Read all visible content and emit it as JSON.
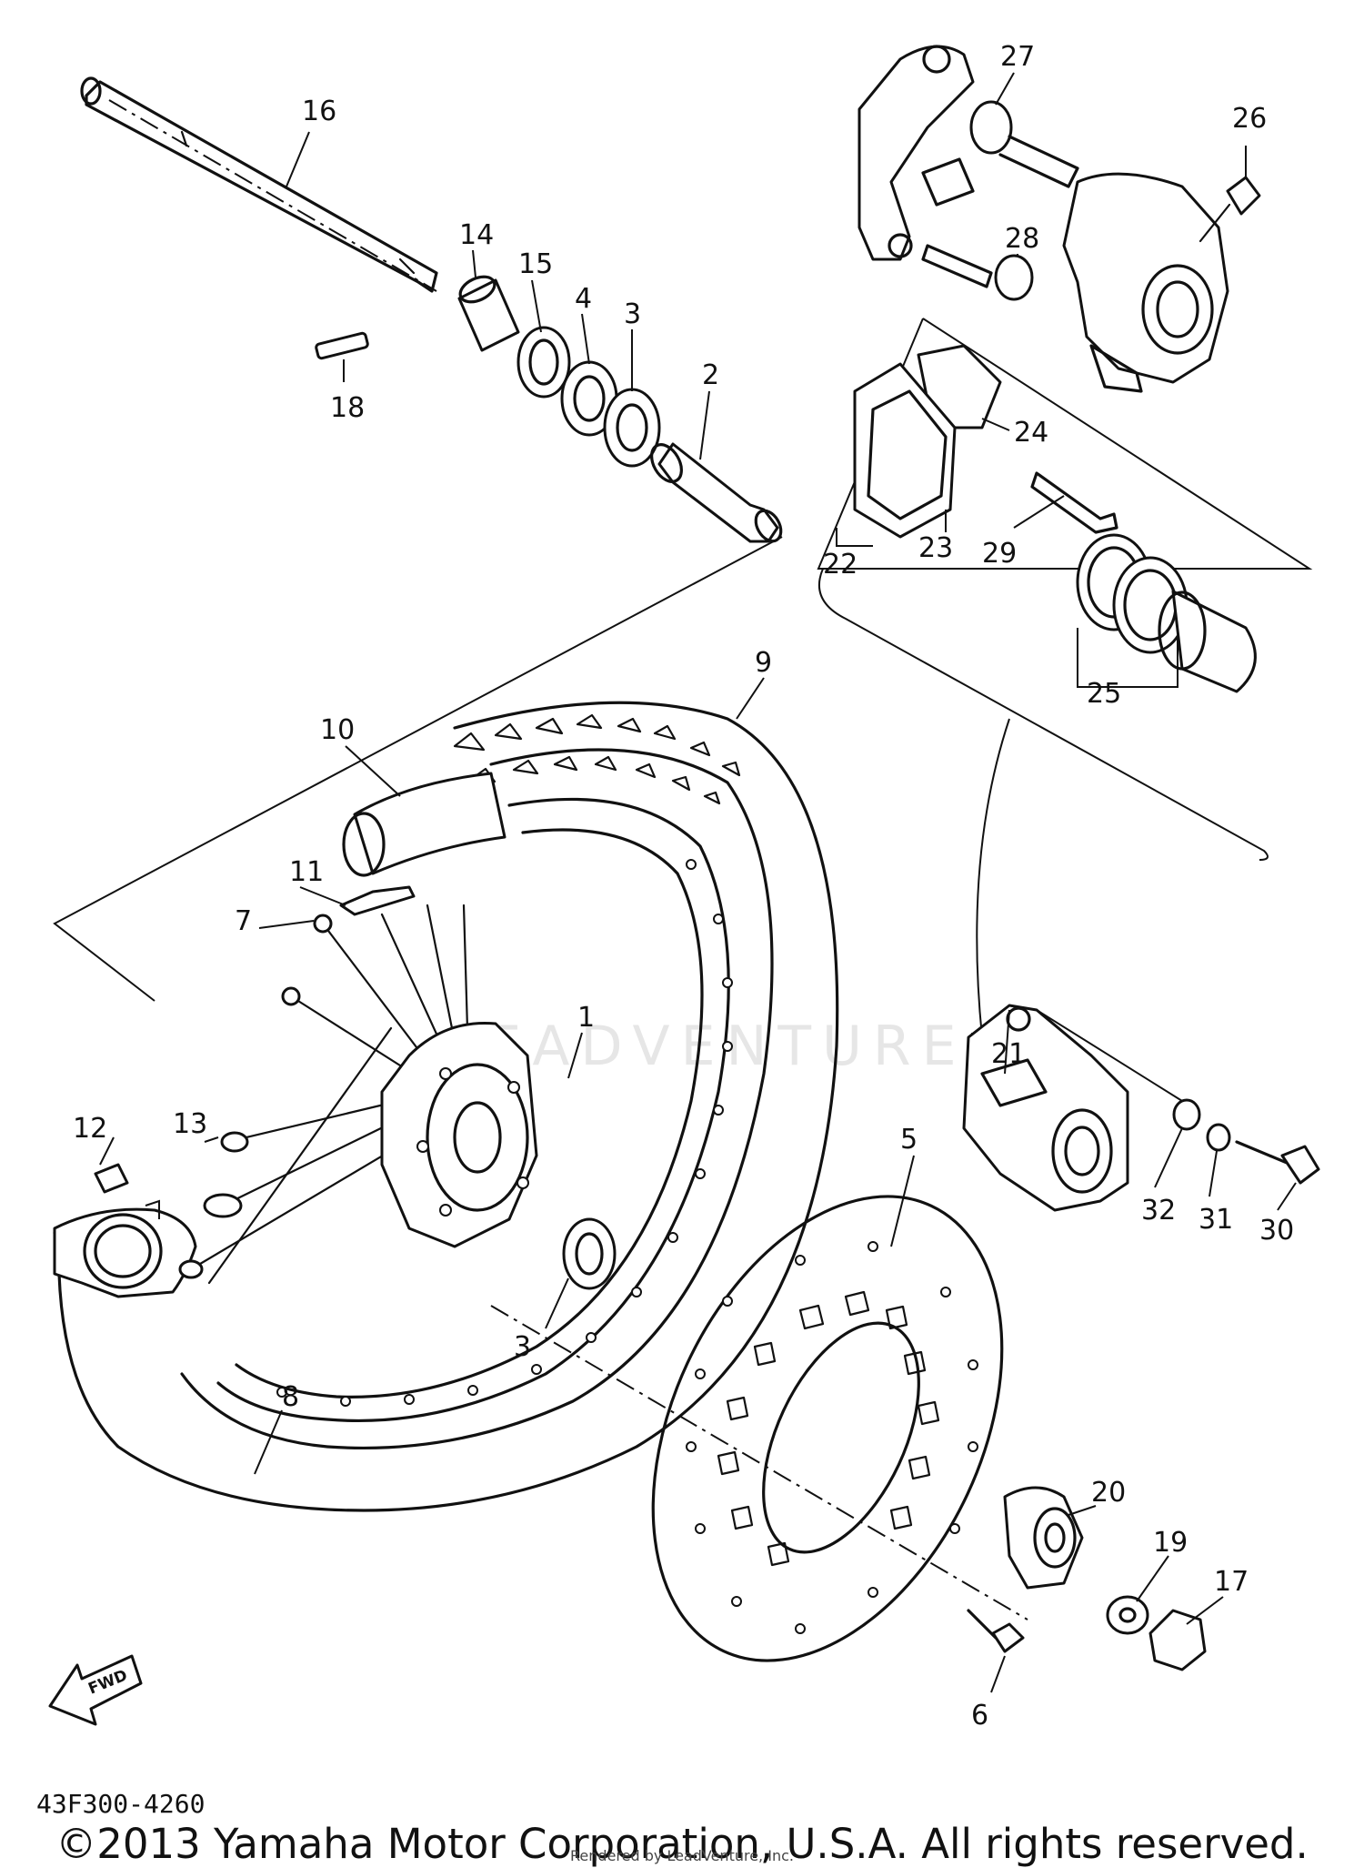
{
  "diagram": {
    "part_numbers": {
      "p1": "1",
      "p2": "2",
      "p3a": "3",
      "p3b": "3",
      "p4": "4",
      "p5": "5",
      "p6": "6",
      "p7": "7",
      "p8": "8",
      "p9": "9",
      "p10": "10",
      "p11": "11",
      "p12": "12",
      "p13": "13",
      "p14": "14",
      "p15": "15",
      "p16": "16",
      "p17": "17",
      "p18": "18",
      "p19": "19",
      "p20": "20",
      "p21": "21",
      "p22": "22",
      "p23": "23",
      "p24": "24",
      "p25": "25",
      "p26": "26",
      "p27": "27",
      "p28": "28",
      "p29": "29",
      "p30": "30",
      "p31": "31",
      "p32": "32"
    },
    "direction_label": "FWD",
    "watermark": "LEADVENTURE",
    "reference_code": "43F300-4260"
  },
  "footer": {
    "copyright": "©2013 Yamaha Motor Corporation, U.S.A. All rights reserved.",
    "rendered_by": "Rendered by LeadVenture, Inc."
  }
}
